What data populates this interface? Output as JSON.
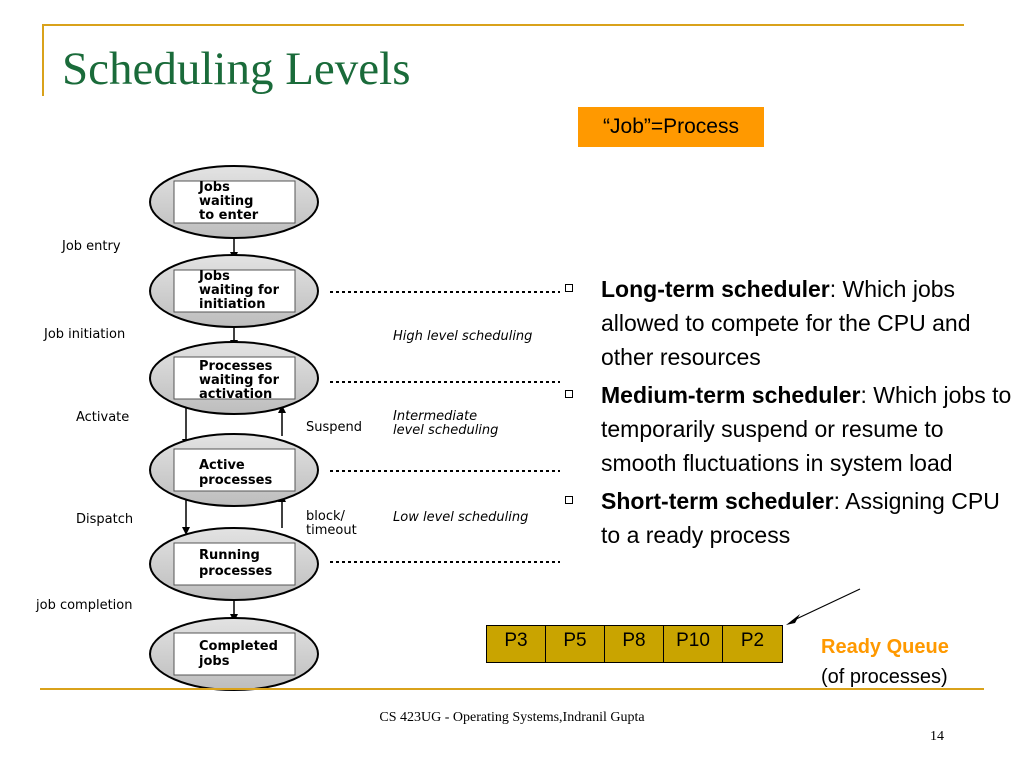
{
  "title": "Scheduling Levels",
  "job_note": "“Job”=Process",
  "diagram": {
    "nodes": [
      {
        "lines": [
          "Jobs",
          "waiting",
          "to enter"
        ]
      },
      {
        "lines": [
          "Jobs",
          "waiting for",
          "initiation"
        ]
      },
      {
        "lines": [
          "Processes",
          "waiting for",
          "activation"
        ]
      },
      {
        "lines": [
          "Active",
          "processes"
        ]
      },
      {
        "lines": [
          "Running",
          "processes"
        ]
      },
      {
        "lines": [
          "Completed",
          "jobs"
        ]
      }
    ],
    "transitions": {
      "job_entry": "Job entry",
      "job_initiation": "Job initiation",
      "activate": "Activate",
      "suspend": "Suspend",
      "dispatch": "Dispatch",
      "block_timeout": [
        "block/",
        "timeout"
      ],
      "job_completion": "job completion"
    },
    "levels": {
      "high": "High level scheduling",
      "intermediate": [
        "Intermediate",
        "level scheduling"
      ],
      "low": "Low level scheduling"
    }
  },
  "bullets": [
    {
      "term": "Long-term scheduler",
      "text": ": Which jobs allowed to compete for the CPU and other resources"
    },
    {
      "term": "Medium-term scheduler",
      "text": ": Which jobs to temporarily suspend or resume to smooth fluctuations in system load"
    },
    {
      "term": "Short-term scheduler",
      "text": ": Assigning CPU to a ready process"
    }
  ],
  "queue": {
    "items": [
      "P3",
      "P5",
      "P8",
      "P10",
      "P2"
    ],
    "title": "Ready Queue",
    "subtitle": "(of processes)"
  },
  "colors": {
    "title": "#1a6b3a",
    "accent_rule": "#d9a21b",
    "note_bg": "#ff9900",
    "queue_bg": "#c9a400",
    "queue_label": "#ff9900"
  },
  "footer": {
    "course": "CS 423UG - Operating Systems,Indranil Gupta",
    "page": "14"
  }
}
